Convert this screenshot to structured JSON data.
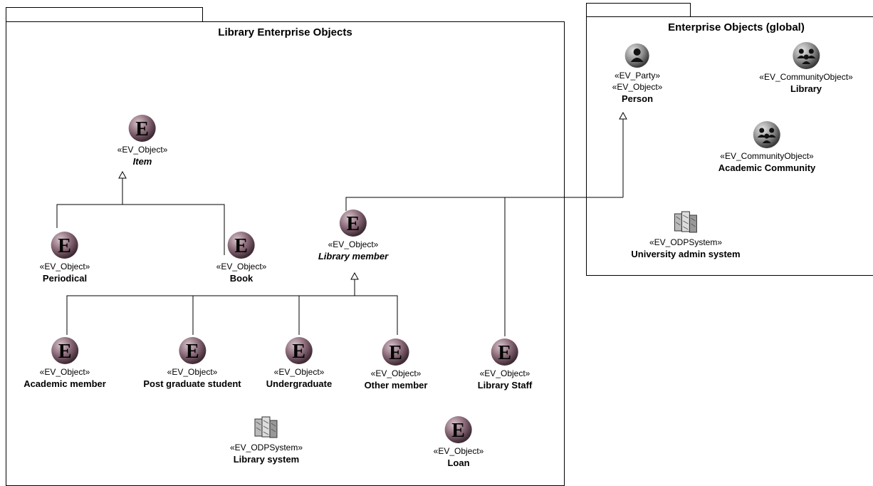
{
  "packages": {
    "library": {
      "title": "Library Enterprise Objects"
    },
    "global": {
      "title": "Enterprise Objects (global)"
    }
  },
  "nodes": {
    "item": {
      "stereotype": "«EV_Object»",
      "name": "Item",
      "icon": "enterprise-object-icon",
      "abstract": true
    },
    "periodical": {
      "stereotype": "«EV_Object»",
      "name": "Periodical",
      "icon": "enterprise-object-icon"
    },
    "book": {
      "stereotype": "«EV_Object»",
      "name": "Book",
      "icon": "enterprise-object-icon"
    },
    "library_member": {
      "stereotype": "«EV_Object»",
      "name": "Library member",
      "icon": "enterprise-object-icon",
      "abstract": true
    },
    "academic_member": {
      "stereotype": "«EV_Object»",
      "name": "Academic member",
      "icon": "enterprise-object-icon"
    },
    "post_graduate": {
      "stereotype": "«EV_Object»",
      "name": "Post graduate student",
      "icon": "enterprise-object-icon"
    },
    "undergraduate": {
      "stereotype": "«EV_Object»",
      "name": "Undergraduate",
      "icon": "enterprise-object-icon"
    },
    "other_member": {
      "stereotype": "«EV_Object»",
      "name": "Other member",
      "icon": "enterprise-object-icon"
    },
    "library_staff": {
      "stereotype": "«EV_Object»",
      "name": "Library Staff",
      "icon": "enterprise-object-icon"
    },
    "library_system": {
      "stereotype": "«EV_ODPSystem»",
      "name": "Library system",
      "icon": "odp-system-icon"
    },
    "loan": {
      "stereotype": "«EV_Object»",
      "name": "Loan",
      "icon": "enterprise-object-icon"
    },
    "person": {
      "stereotype": "«EV_Party»",
      "stereotype2": "«EV_Object»",
      "name": "Person",
      "icon": "party-icon"
    },
    "library": {
      "stereotype": "«EV_CommunityObject»",
      "name": "Library",
      "icon": "community-object-icon"
    },
    "academic_community": {
      "stereotype": "«EV_CommunityObject»",
      "name": "Academic Community",
      "icon": "community-object-icon"
    },
    "university_admin": {
      "stereotype": "«EV_ODPSystem»",
      "name": "University admin system",
      "icon": "odp-system-icon"
    }
  },
  "colors": {
    "object_fill": "#8a6a78",
    "line": "#000000"
  }
}
